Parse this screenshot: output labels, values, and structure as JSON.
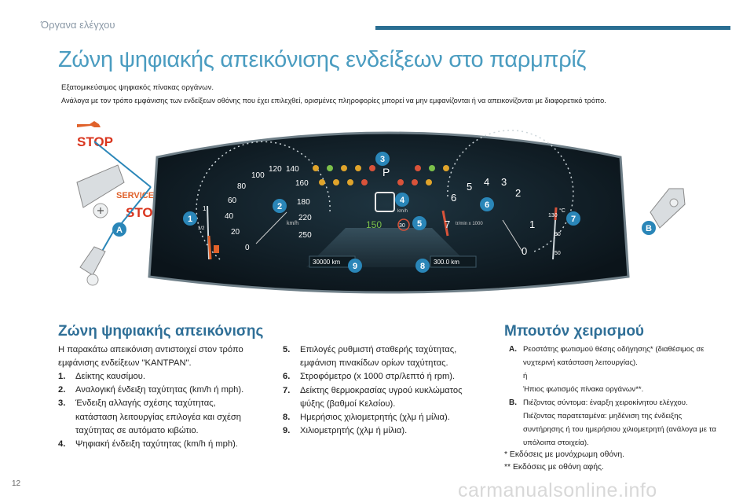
{
  "header": {
    "section": "Όργανα ελέγχου"
  },
  "title": "Ζώνη ψηφιακής απεικόνισης ενδείξεων στο παρμπρίζ",
  "intro": [
    "Εξατομικεύσιμος ψηφιακός πίνακας οργάνων.",
    "Ανάλογα με τον τρόπο εμφάνισης των ενδείξεων οθόνης που έχει επιλεχθεί, ορισμένες πληροφορίες μπορεί να μην εμφανίζονται ή να απεικονίζονται με διαφορετικό τρόπο."
  ],
  "figure": {
    "stop_top": "STOP",
    "service": "SERVICE",
    "stop_bottom": "STOP",
    "gear": "P",
    "speed_unit": "km/h",
    "speed_unit_small": "km/h",
    "rpm_unit": "tr/min x 1000",
    "digital_speed": "150",
    "limit_sign": "30",
    "odo_left": "30000 km",
    "odo_right": "300.0 km",
    "speed_ticks": [
      "0",
      "20",
      "40",
      "60",
      "80",
      "100",
      "120",
      "140",
      "160",
      "180",
      "220",
      "250"
    ],
    "rpm_ticks": [
      "0",
      "1",
      "2",
      "3",
      "4",
      "5",
      "6",
      "7"
    ],
    "temp_ticks": [
      "130",
      "90",
      "50"
    ],
    "fuel_ticks": [
      "1",
      "1/2"
    ],
    "temp_unit": "°C",
    "callouts": [
      "1",
      "2",
      "3",
      "4",
      "5",
      "6",
      "7",
      "8",
      "9",
      "A",
      "B"
    ]
  },
  "left": {
    "heading": "Ζώνη ψηφιακής απεικόνισης",
    "lead": "Η παρακάτω απεικόνιση αντιστοιχεί στον τρόπο εμφάνισης ενδείξεων \"ΚΑΝΤΡΑΝ\".",
    "items": [
      {
        "n": "1.",
        "t": "Δείκτης καυσίμου."
      },
      {
        "n": "2.",
        "t": "Αναλογική ένδειξη ταχύτητας (km/h ή mph)."
      },
      {
        "n": "3.",
        "t": "Ένδειξη αλλαγής σχέσης ταχύτητας, κατάσταση λειτουργίας επιλογέα και σχέση ταχύτητας σε αυτόματο κιβώτιο."
      },
      {
        "n": "4.",
        "t": "Ψηφιακή ένδειξη ταχύτητας (km/h ή mph)."
      }
    ]
  },
  "middle": {
    "items": [
      {
        "n": "5.",
        "t": "Επιλογές ρυθμιστή σταθερής ταχύτητας, εμφάνιση πινακίδων ορίων ταχύτητας."
      },
      {
        "n": "6.",
        "t": "Στροφόμετρο (x 1000 στρ/λεπτό ή rpm)."
      },
      {
        "n": "7.",
        "t": "Δείκτης θερμοκρασίας υγρού κυκλώματος ψύξης (βαθμοί Κελσίου)."
      },
      {
        "n": "8.",
        "t": "Ημερήσιος χιλιομετρητής (χλμ ή μίλια)."
      },
      {
        "n": "9.",
        "t": "Χιλιομετρητής (χλμ ή μίλια)."
      }
    ]
  },
  "right": {
    "heading": "Μπουτόν χειρισμού",
    "a_label": "A.",
    "a_text": "Ρεοστάτης φωτισμού θέσης οδήγησης* (διαθέσιμος σε νυχτερινή κατάσταση λειτουργίας).",
    "or": "ή",
    "a_text2": "Ήπιος φωτισμός πίνακα οργάνων**.",
    "b_label": "B.",
    "b_text1": "Πιέζοντας σύντομα: έναρξη χειροκίνητου ελέγχου.",
    "b_text2": "Πιέζοντας παρατεταμένα: μηδένιση της ένδειξης συντήρησης ή του ημερήσιου χιλιομετρητή (ανάλογα με τα υπόλοιπα στοιχεία).",
    "foot1": "* Εκδόσεις με μονόχρωμη οθόνη.",
    "foot2": "** Εκδόσεις με οθόνη αφής."
  },
  "page_number": "12",
  "watermark": "carmanualsonline.info",
  "colors": {
    "accent": "#2a6e92",
    "title": "#4a9cc0",
    "callout": "#2a86b8",
    "warning": "#d9533a",
    "stop": "#d9351e"
  }
}
